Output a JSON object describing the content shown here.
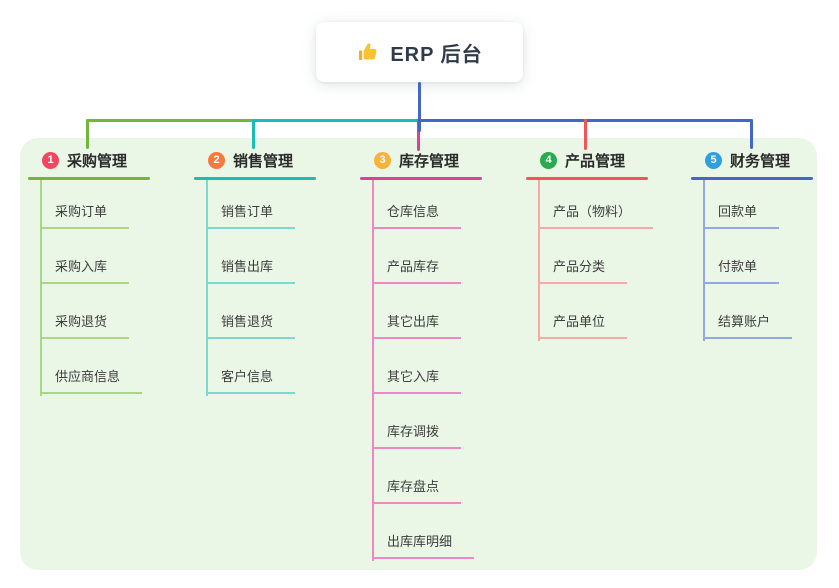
{
  "root": {
    "title": "ERP 后台",
    "icon": "thumbs-up"
  },
  "branches": [
    {
      "num": "1",
      "label": "采购管理",
      "badge_color": "#f5455f",
      "line_color": "#72b73a",
      "line_color_light": "#a9d687",
      "items": [
        "采购订单",
        "采购入库",
        "采购退货",
        "供应商信息"
      ]
    },
    {
      "num": "2",
      "label": "销售管理",
      "badge_color": "#f7793b",
      "line_color": "#19bdb2",
      "line_color_light": "#7fd8cf",
      "items": [
        "销售订单",
        "销售出库",
        "销售退货",
        "客户信息"
      ]
    },
    {
      "num": "3",
      "label": "库存管理",
      "badge_color": "#f9b233",
      "line_color": "#d84397",
      "line_color_light": "#ef87c3",
      "items": [
        "仓库信息",
        "产品库存",
        "其它出库",
        "其它入库",
        "库存调拨",
        "库存盘点",
        "出库库明细"
      ]
    },
    {
      "num": "4",
      "label": "产品管理",
      "badge_color": "#29ab4d",
      "line_color": "#f2545b",
      "line_color_light": "#f9a8a8",
      "items": [
        "产品（物料）",
        "产品分类",
        "产品单位"
      ]
    },
    {
      "num": "5",
      "label": "财务管理",
      "badge_color": "#2f9fe0",
      "line_color": "#4565c8",
      "line_color_light": "#93a8e0",
      "items": [
        "回款单",
        "付款单",
        "结算账户"
      ]
    }
  ],
  "colors": {
    "panel_bg": "#ebf7e6",
    "root_line": "#4565c8",
    "canvas_bg": "#ffffff"
  }
}
